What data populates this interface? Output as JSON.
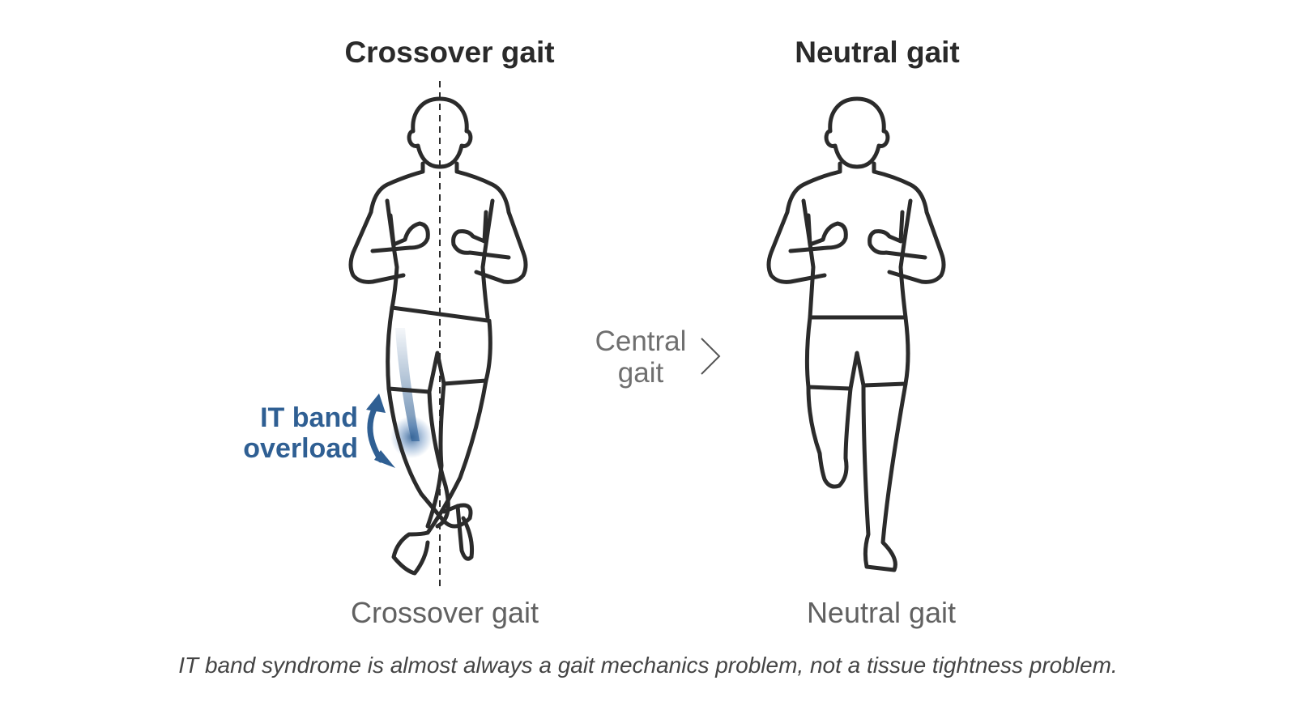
{
  "panels": {
    "left": {
      "title": "Crossover gait",
      "label": "Crossover gait"
    },
    "right": {
      "title": "Neutral gait",
      "label": "Neutral gait"
    }
  },
  "annotations": {
    "it_band_line1": "IT band",
    "it_band_line2": "overload",
    "central_line1": "Central",
    "central_line2": "gait"
  },
  "caption": "IT band syndrome is almost always a gait mechanics problem, not a tissue tightness problem.",
  "colors": {
    "outline": "#2b2b2b",
    "accent_blue": "#2f5f93",
    "label_gray": "#616161"
  },
  "icons": [
    "runner-crossover-figure",
    "runner-neutral-figure",
    "curved-double-arrow-icon",
    "chevron-right-icon",
    "midline-dashed-line"
  ]
}
